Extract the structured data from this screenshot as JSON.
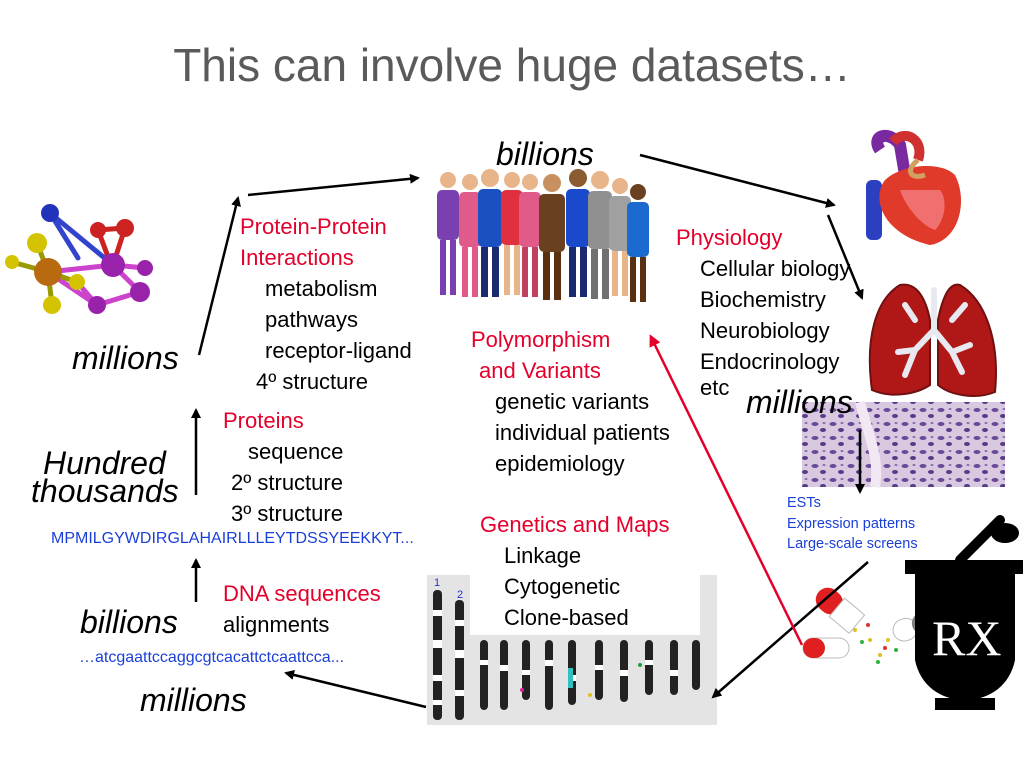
{
  "title": "This can involve huge datasets…",
  "scale_labels": {
    "billions_top": "billions",
    "millions_left": "millions",
    "hundred_thousands_line1": "Hundred",
    "hundred_thousands_line2": "thousands",
    "billions_left": "billions",
    "millions_bottom": "millions",
    "millions_right": "millions"
  },
  "protein_interactions": {
    "heading_line1": "Protein-Protein",
    "heading_line2": "Interactions",
    "items": [
      "metabolism",
      "pathways",
      "receptor-ligand",
      "4º structure"
    ]
  },
  "proteins": {
    "heading": "Proteins",
    "items": [
      "sequence",
      "2º structure",
      "3º structure"
    ]
  },
  "protein_sequence": "MPMILGYWDIRGLAHAIRLLLEYTDSSYEEKKYT...",
  "dna": {
    "heading": "DNA sequences",
    "items": [
      "alignments"
    ],
    "sequence": "…atcgaattccaggcgtcacattctcaattcca..."
  },
  "polymorphism": {
    "heading_line1": "Polymorphism",
    "heading_line2": "and Variants",
    "items": [
      "genetic variants",
      "individual patients",
      "epidemiology"
    ]
  },
  "genetics": {
    "heading": "Genetics and Maps",
    "items": [
      "Linkage",
      "Cytogenetic",
      "Clone-based"
    ]
  },
  "physiology": {
    "heading": "Physiology",
    "items": [
      "Cellular biology",
      "Biochemistry",
      "Neurobiology",
      "Endocrinology",
      "etc"
    ]
  },
  "expression": {
    "items": [
      "ESTs",
      "Expression patterns",
      "Large-scale screens"
    ]
  },
  "karyotype_numbers": [
    "1",
    "2"
  ],
  "rx_symbol": "RX",
  "colors": {
    "accent_red": "#e4002b",
    "seq_blue": "#1a3fd8",
    "title_gray": "#5a5a5a"
  }
}
